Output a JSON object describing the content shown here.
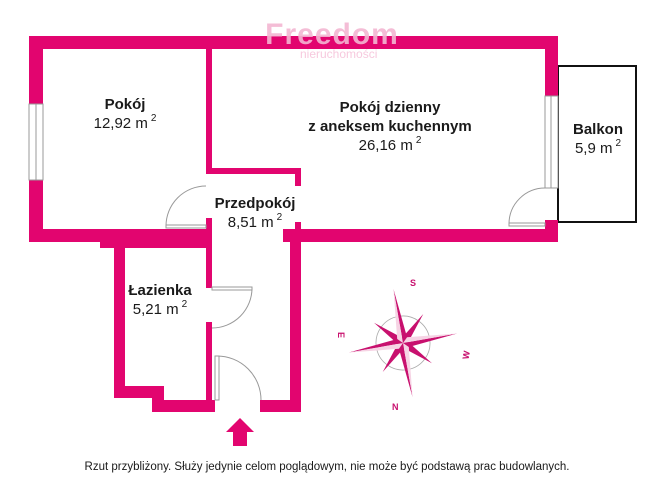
{
  "watermark": {
    "brand": "Freedom",
    "sub": "nieruchomości"
  },
  "colors": {
    "wall": "#e2056f",
    "balcony_outline": "#111111",
    "door": "#9a9a9a",
    "text": "#1a1a1a"
  },
  "rooms": [
    {
      "id": "pokoj",
      "name": "Pokój",
      "area": "12,92 m",
      "unit_sup": "2"
    },
    {
      "id": "pokoj-dzienny",
      "name": "Pokój dzienny",
      "name_line2": "z aneksem kuchennym",
      "area": "26,16 m",
      "unit_sup": "2"
    },
    {
      "id": "balkon",
      "name": "Balkon",
      "area": "5,9 m",
      "unit_sup": "2"
    },
    {
      "id": "przedpokoj",
      "name": "Przedpokój",
      "area": "8,51 m",
      "unit_sup": "2"
    },
    {
      "id": "lazienka",
      "name": "Łazienka",
      "area": "5,21 m",
      "unit_sup": "2"
    }
  ],
  "compass": {
    "north": "N",
    "south": "S",
    "east": "E",
    "west": "W"
  },
  "entrance": {
    "icon": "entrance-arrow-icon"
  },
  "disclaimer": "Rzut przybliżony. Służy jedynie celom poglądowym, nie może być podstawą prac budowlanych."
}
